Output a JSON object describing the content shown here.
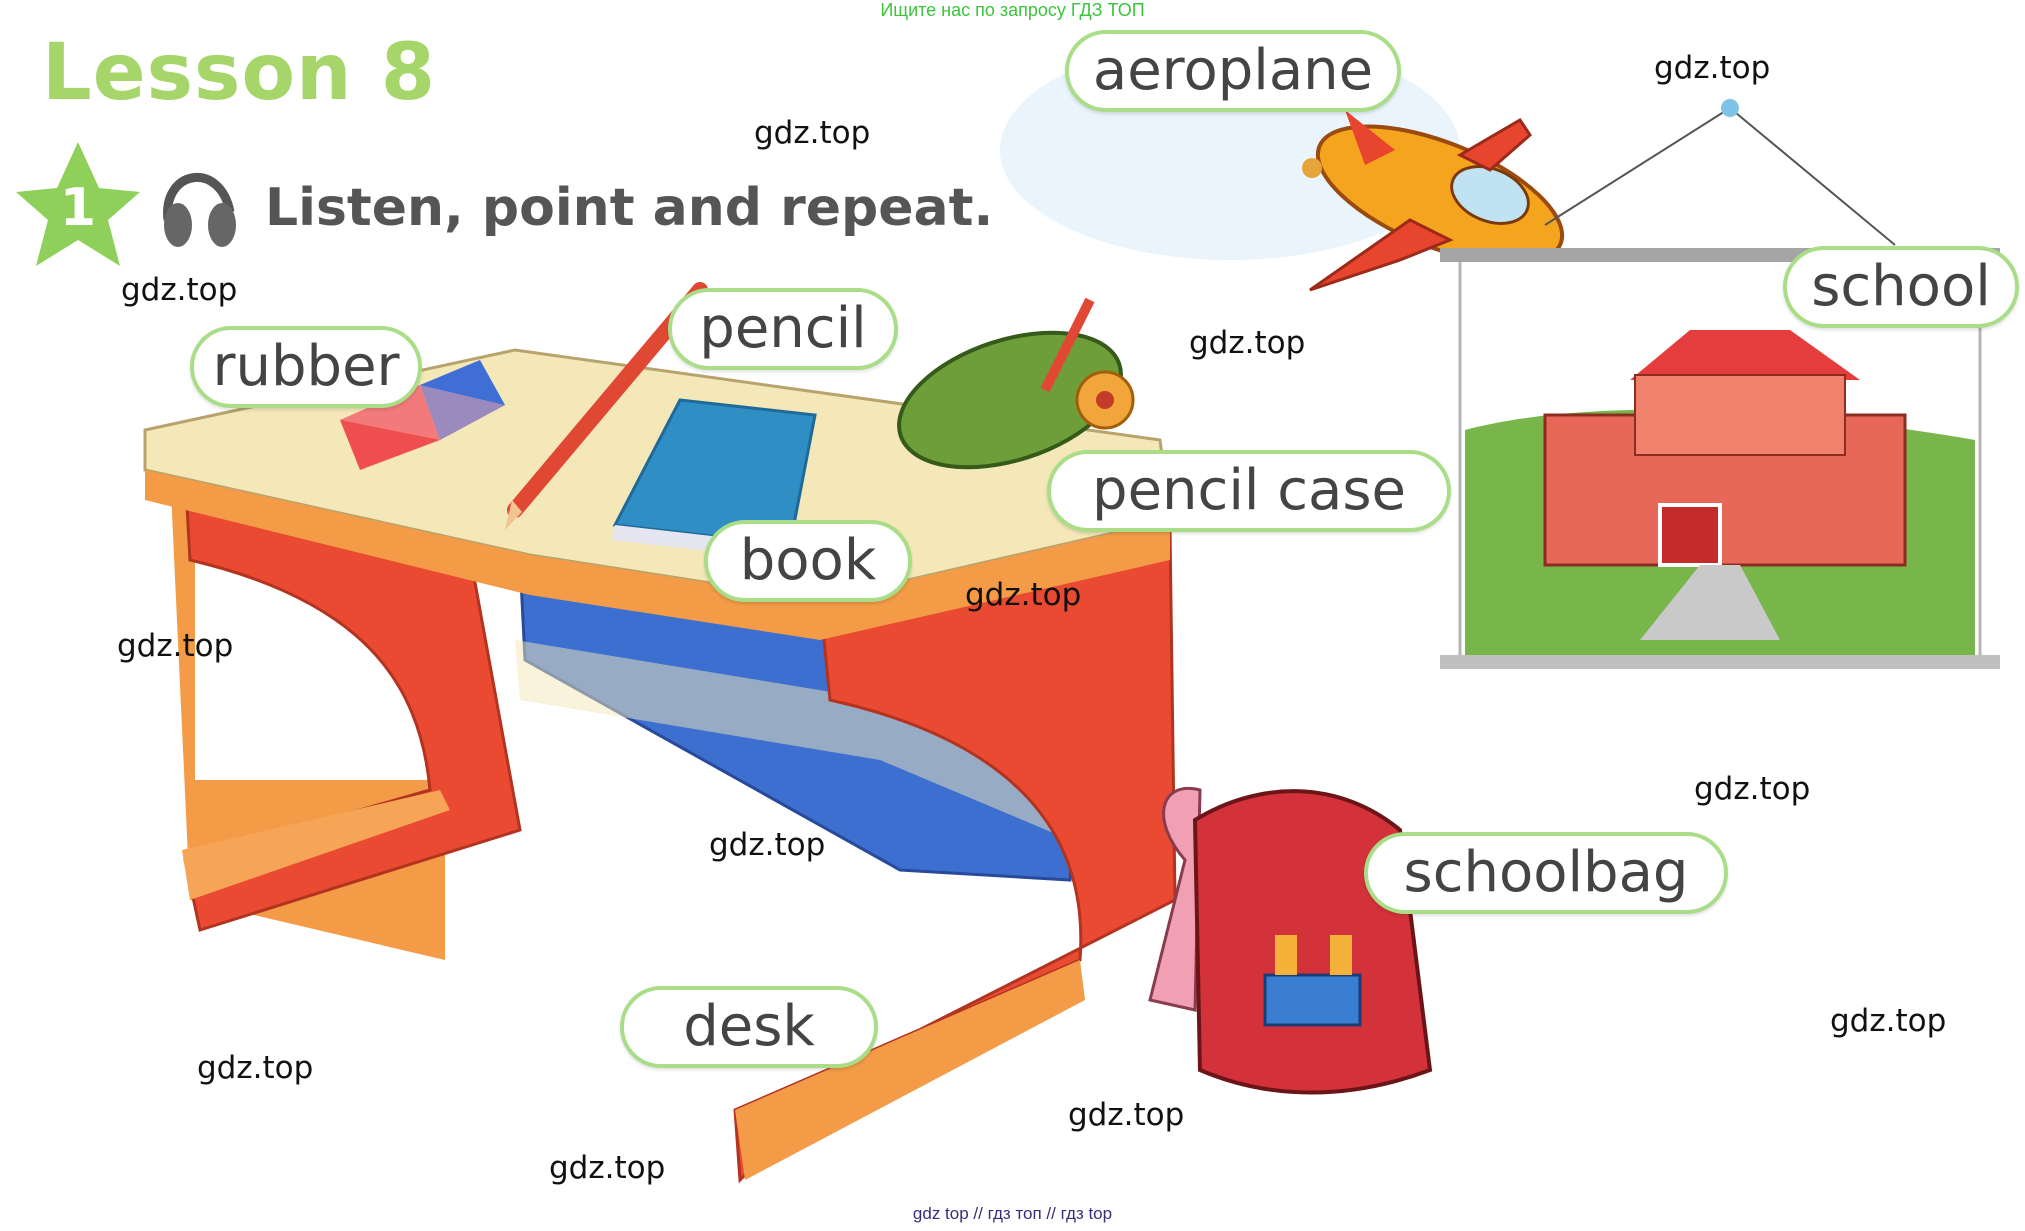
{
  "header": {
    "top_note": "Ищите нас по запросу ГДЗ ТОП",
    "lesson_title": "Lesson 8",
    "exercise_number": "1",
    "instruction": "Listen, point and repeat."
  },
  "labels": {
    "aeroplane": "aeroplane",
    "school": "school",
    "rubber": "rubber",
    "pencil": "pencil",
    "pencil_case": "pencil case",
    "book": "book",
    "schoolbag": "schoolbag",
    "desk": "desk"
  },
  "watermarks": [
    "gdz.top",
    "gdz.top",
    "gdz.top",
    "gdz.top",
    "gdz.top",
    "gdz.top",
    "gdz.top",
    "gdz.top",
    "gdz.top",
    "gdz.top",
    "gdz.top",
    "gdz.top"
  ],
  "footer": "gdz top  //  гдз топ  //  гдз top",
  "colors": {
    "label_border": "#a9dd88",
    "lesson_title": "#a6d66a",
    "star": "#8fd05a",
    "desk_red": "#ea4a32",
    "desk_top": "#f4e8b8",
    "desk_blue": "#3d6fd0"
  }
}
